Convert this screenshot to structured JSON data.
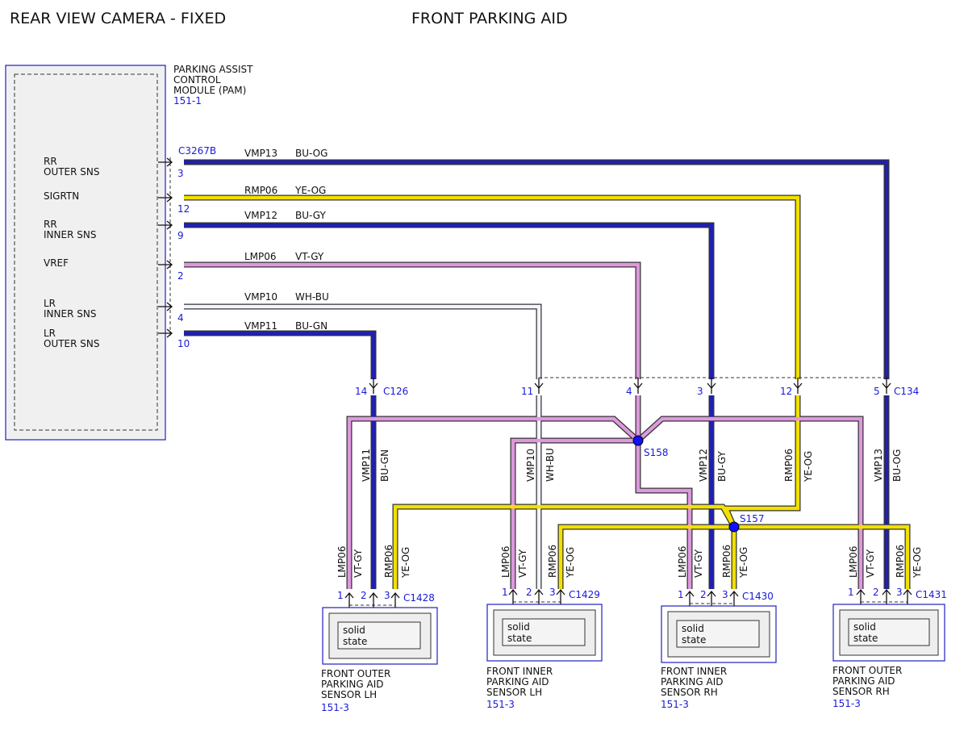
{
  "header": {
    "left_title": "REAR VIEW CAMERA - FIXED",
    "right_title": "FRONT PARKING AID"
  },
  "module": {
    "name_lines": [
      "PARKING ASSIST",
      "CONTROL",
      "MODULE (PAM)"
    ],
    "ref": "151-1",
    "connector": "C3267B",
    "pins": [
      {
        "lines": [
          "RR",
          "OUTER SNS"
        ],
        "pin": "3"
      },
      {
        "lines": [
          "SIGRTN"
        ],
        "pin": "12"
      },
      {
        "lines": [
          "RR",
          "INNER SNS"
        ],
        "pin": "9"
      },
      {
        "lines": [
          "VREF"
        ],
        "pin": "2"
      },
      {
        "lines": [
          "LR",
          "INNER SNS"
        ],
        "pin": "4"
      },
      {
        "lines": [
          "LR",
          "OUTER SNS"
        ],
        "pin": "10"
      }
    ]
  },
  "wires_top": [
    {
      "circuit": "VMP13",
      "color_code": "BU-OG"
    },
    {
      "circuit": "RMP06",
      "color_code": "YE-OG"
    },
    {
      "circuit": "VMP12",
      "color_code": "BU-GY"
    },
    {
      "circuit": "LMP06",
      "color_code": "VT-GY"
    },
    {
      "circuit": "VMP10",
      "color_code": "WH-BU"
    },
    {
      "circuit": "VMP11",
      "color_code": "BU-GN"
    }
  ],
  "inline_connectors": {
    "c126": {
      "name": "C126",
      "pin": "14"
    },
    "c134": {
      "name": "C134",
      "pins": [
        "11",
        "4",
        "3",
        "12",
        "5"
      ]
    }
  },
  "vertical_labels": [
    {
      "circuit": "VMP11",
      "color_code": "BU-GN"
    },
    {
      "circuit": "VMP10",
      "color_code": "WH-BU"
    },
    {
      "circuit": "VMP12",
      "color_code": "BU-GY"
    },
    {
      "circuit": "RMP06",
      "color_code": "YE-OG"
    },
    {
      "circuit": "VMP13",
      "color_code": "BU-OG"
    }
  ],
  "splices": [
    {
      "name": "S158"
    },
    {
      "name": "S157"
    }
  ],
  "sensor_wire_labels": [
    "LMP06",
    "VT-GY",
    "RMP06",
    "YE-OG"
  ],
  "sensor_pins": [
    "1",
    "2",
    "3"
  ],
  "sensors": [
    {
      "connector": "C1428",
      "inner_text": [
        "solid",
        "state"
      ],
      "name_lines": [
        "FRONT OUTER",
        "PARKING AID",
        "SENSOR LH"
      ],
      "ref": "151-3"
    },
    {
      "connector": "C1429",
      "inner_text": [
        "solid",
        "state"
      ],
      "name_lines": [
        "FRONT INNER",
        "PARKING AID",
        "SENSOR LH"
      ],
      "ref": "151-3"
    },
    {
      "connector": "C1430",
      "inner_text": [
        "solid",
        "state"
      ],
      "name_lines": [
        "FRONT INNER",
        "PARKING AID",
        "SENSOR RH"
      ],
      "ref": "151-3"
    },
    {
      "connector": "C1431",
      "inner_text": [
        "solid",
        "state"
      ],
      "name_lines": [
        "FRONT OUTER",
        "PARKING AID",
        "SENSOR RH"
      ],
      "ref": "151-3"
    }
  ],
  "colors": {
    "blue": "#2020b0",
    "yellow": "#f2e000",
    "violet": "#dd99dd",
    "white_blue": "#f4f4ff",
    "outline": "#333333",
    "label_blue": "#1a1ad6",
    "splice": "#1010ff"
  }
}
